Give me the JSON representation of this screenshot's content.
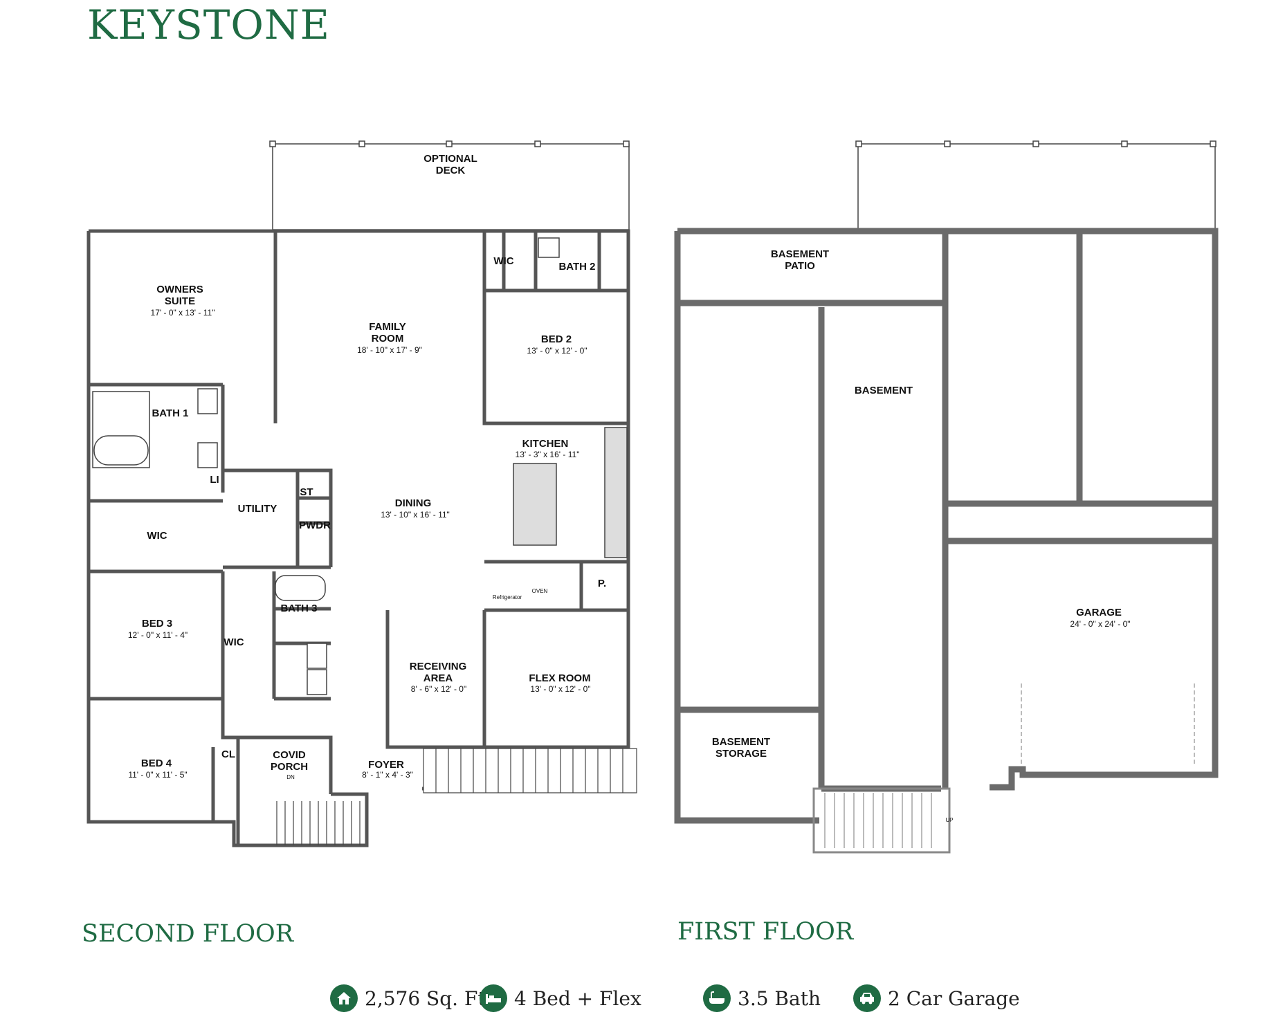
{
  "title": "KEYSTONE",
  "second_floor": {
    "label": "SECOND FLOOR",
    "rooms": {
      "optional_deck": [
        "OPTIONAL",
        "DECK"
      ],
      "owners_suite": [
        "OWNERS",
        "SUITE"
      ],
      "owners_suite_dim": "17' - 0\" x 13' - 11\"",
      "family_room": [
        "FAMILY",
        "ROOM"
      ],
      "family_room_dim": "18' - 10\" x 17' - 9\"",
      "wic_top": "WIC",
      "bath2": "BATH 2",
      "bed2": "BED 2",
      "bed2_dim": "13' - 0\" x 12' - 0\"",
      "bath1": "BATH 1",
      "lin": "LI",
      "wic_owner": "WIC",
      "utility": "UTILITY",
      "st": "ST",
      "pwdr": "PWDR",
      "kitchen": "KITCHEN",
      "kitchen_dim": "13' - 3\" x 16' - 11\"",
      "dining": "DINING",
      "dining_dim": "13' - 10\" x 16' - 11\"",
      "refrigerator": "Refrigerator",
      "oven": "OVEN",
      "pantry": "P.",
      "bed3": "BED 3",
      "bed3_dim": "12' - 0\" x 11' - 4\"",
      "wic_bed3": "WIC",
      "bath3": "BATH 3",
      "receiving_area": [
        "RECEIVING",
        "AREA"
      ],
      "receiving_area_dim": "8' - 6\" x 12' - 0\"",
      "flex_room": "FLEX ROOM",
      "flex_room_dim": "13' - 0\" x 12' - 0\"",
      "bed4": "BED 4",
      "bed4_dim": "11' - 0\" x 11' - 5\"",
      "cl": "CL",
      "covid_porch": [
        "COVID",
        "PORCH"
      ],
      "foyer": "FOYER",
      "foyer_dim": "8' - 1\" x 4' - 3\"",
      "dn": "DN"
    }
  },
  "first_floor": {
    "label": "FIRST FLOOR",
    "rooms": {
      "basement_patio": [
        "BASEMENT",
        "PATIO"
      ],
      "basement": "BASEMENT",
      "basement_storage": [
        "BASEMENT",
        "STORAGE"
      ],
      "garage": "GARAGE",
      "garage_dim": "24' - 0\" x 24' - 0\"",
      "up": "UP"
    }
  },
  "stats": [
    {
      "icon": "home-icon",
      "text": "2,576 Sq. Ft"
    },
    {
      "icon": "bed-icon",
      "text": "4 Bed + Flex"
    },
    {
      "icon": "bathtub-icon",
      "text": "3.5 Bath"
    },
    {
      "icon": "car-icon",
      "text": "2 Car Garage"
    }
  ],
  "colors": {
    "brand_green": "#1f6b43",
    "wall": "#6b6b6b"
  }
}
